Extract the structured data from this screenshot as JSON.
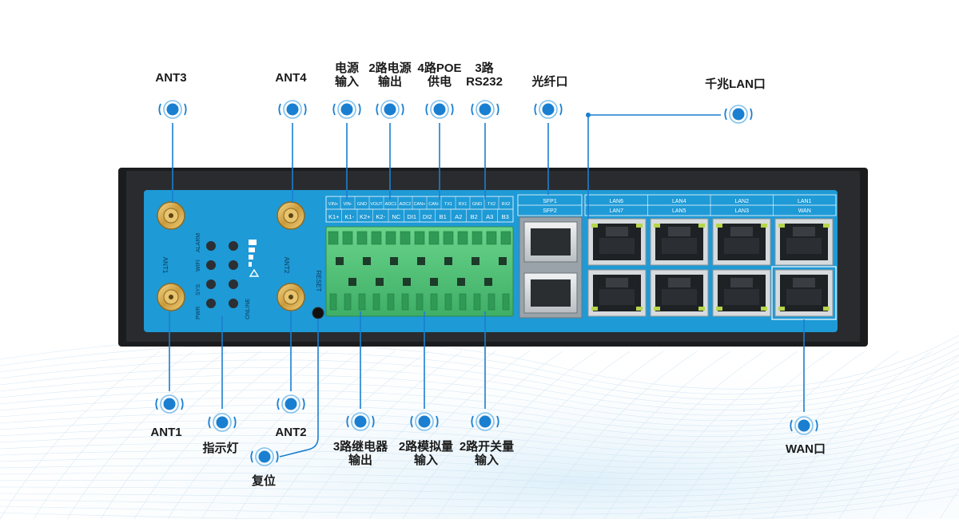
{
  "callouts": {
    "ant3": "ANT3",
    "ant4": "ANT4",
    "power_in": [
      "电源",
      "输入"
    ],
    "power_out": [
      "2路电源",
      "输出"
    ],
    "poe": [
      "4路POE",
      "供电"
    ],
    "rs232": [
      "3路",
      "RS232"
    ],
    "fiber": "光纤口",
    "gig_lan": "千兆LAN口",
    "ant1": "ANT1",
    "indicator": "指示灯",
    "ant2": "ANT2",
    "reset": "复位",
    "relay": [
      "3路继电器",
      "输出"
    ],
    "analog": [
      "2路模拟量",
      "输入"
    ],
    "digital": [
      "2路开关量",
      "输入"
    ],
    "wan": "WAN口"
  },
  "panel": {
    "ant1_label": "ANT1",
    "ant2_label": "ANT2",
    "reset_label": "RESET",
    "led_labels": [
      "PWR",
      "SYS",
      "WIFI",
      "ALARM",
      "ONLINE"
    ],
    "terminal_top": [
      "VIN+",
      "VIN-",
      "GND",
      "VOUT",
      "ADC1",
      "ADC2",
      "CAN+",
      "CAN-",
      "TX1",
      "RX1",
      "GND",
      "TX2",
      "RX2"
    ],
    "terminal_bottom": [
      "K1+",
      "K1-",
      "K2+",
      "K2-",
      "NC",
      "DI1",
      "DI2",
      "B1",
      "A2",
      "B2",
      "A3",
      "B3"
    ],
    "sfp_labels": [
      "SFP1",
      "SFP2"
    ],
    "lan_top": [
      "LAN6",
      "LAN4",
      "LAN2",
      "LAN1"
    ],
    "lan_bottom": [
      "LAN7",
      "LAN5",
      "LAN3",
      "WAN"
    ]
  },
  "colors": {
    "panel_blue": "#1e9ad6",
    "chassis": "#1b1c1e",
    "terminal_green": "#53c47a",
    "accent_blue": "#1a7fd0",
    "port_metal": "#d8dbdd"
  }
}
